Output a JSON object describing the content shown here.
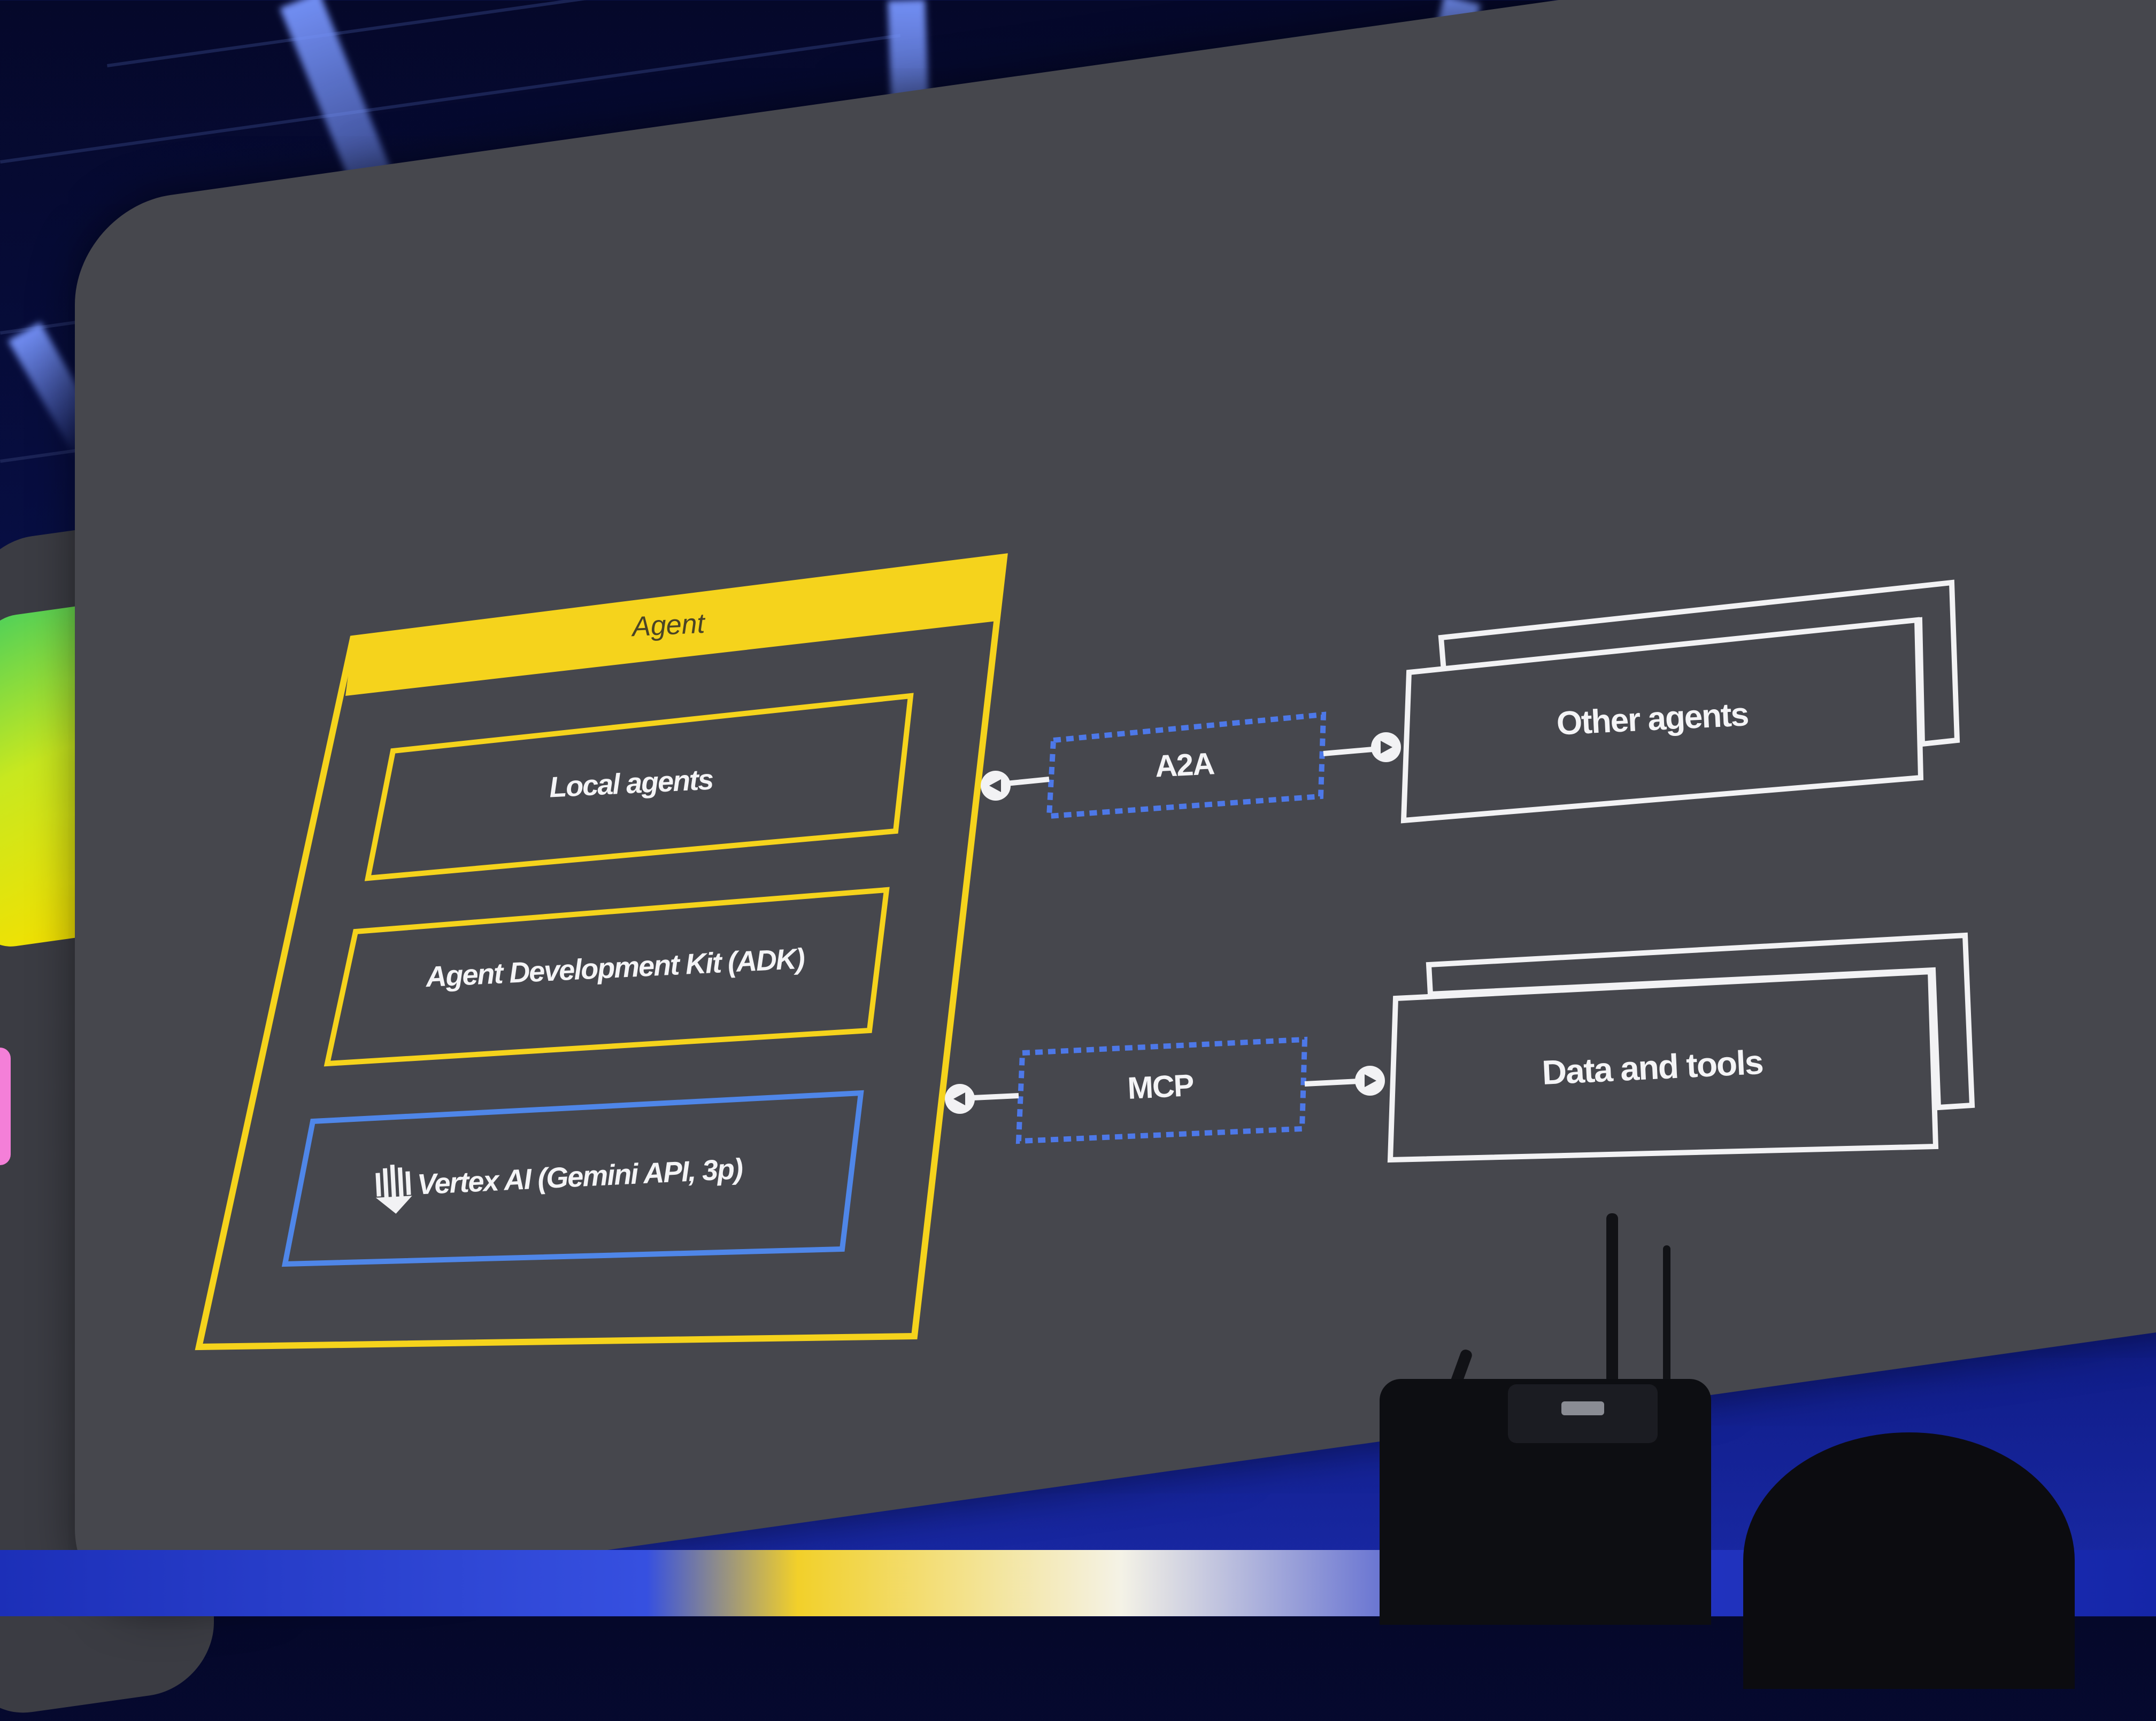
{
  "slide": {
    "agent_title": "Agent",
    "local_agents": "Local agents",
    "adk": "Agent Development Kit (ADK)",
    "vertex": "Vertex AI (Gemini API, 3p)",
    "a2a": "A2A",
    "mcp": "MCP",
    "other_agents": "Other agents",
    "data_and_tools": "Data and tools"
  },
  "colors": {
    "agent_yellow": "#f5d31c",
    "vertex_blue": "#4f86e8",
    "protocol_blue": "#4d78e8",
    "box_white": "#f2f2f4",
    "screen_gray": "#46474d"
  },
  "icons": {
    "vertex": "vertex-ai-icon",
    "arrow_left": "arrow-left-icon",
    "arrow_right": "arrow-right-icon"
  }
}
